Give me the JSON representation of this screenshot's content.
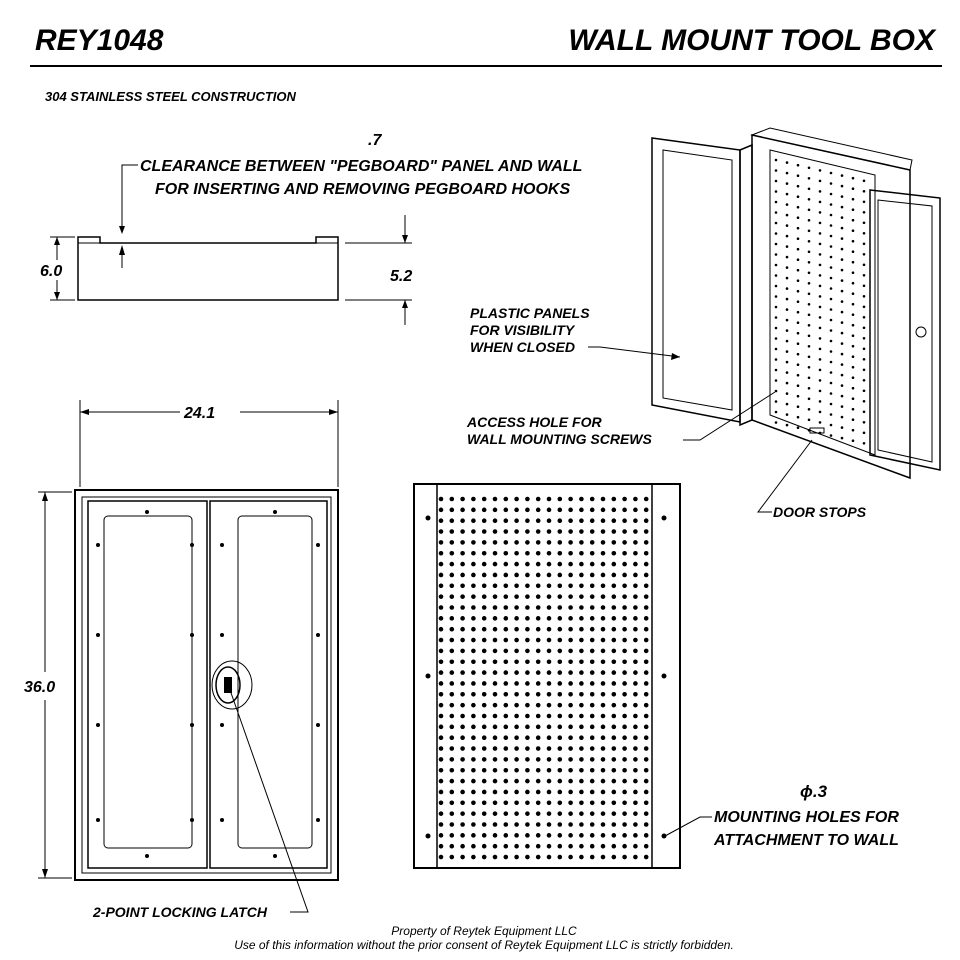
{
  "header": {
    "part_number": "REY1048",
    "title": "WALL MOUNT TOOL BOX"
  },
  "material_note": "304 STAINLESS STEEL CONSTRUCTION",
  "side_view": {
    "clearance_value": ".7",
    "clearance_note_line1": "CLEARANCE BETWEEN \"PEGBOARD\" PANEL AND WALL",
    "clearance_note_line2": "FOR INSERTING AND REMOVING PEGBOARD HOOKS",
    "depth_outer": "6.0",
    "depth_inner": "5.2"
  },
  "isometric_view": {
    "plastic_panels_line1": "PLASTIC PANELS",
    "plastic_panels_line2": "FOR VISIBILITY",
    "plastic_panels_line3": "WHEN CLOSED",
    "access_hole_line1": "ACCESS HOLE FOR",
    "access_hole_line2": "WALL MOUNTING SCREWS",
    "door_stops": "DOOR STOPS"
  },
  "front_view": {
    "width": "24.1",
    "height": "36.0",
    "latch_label": "2-POINT LOCKING LATCH"
  },
  "back_view": {
    "hole_diameter": "ϕ.3",
    "mounting_line1": "MOUNTING HOLES FOR",
    "mounting_line2": "ATTACHMENT TO WALL"
  },
  "footer": {
    "line1": "Property of Reytek Equipment LLC",
    "line2": "Use of this information without the prior consent of Reytek Equipment LLC is strictly forbidden."
  }
}
